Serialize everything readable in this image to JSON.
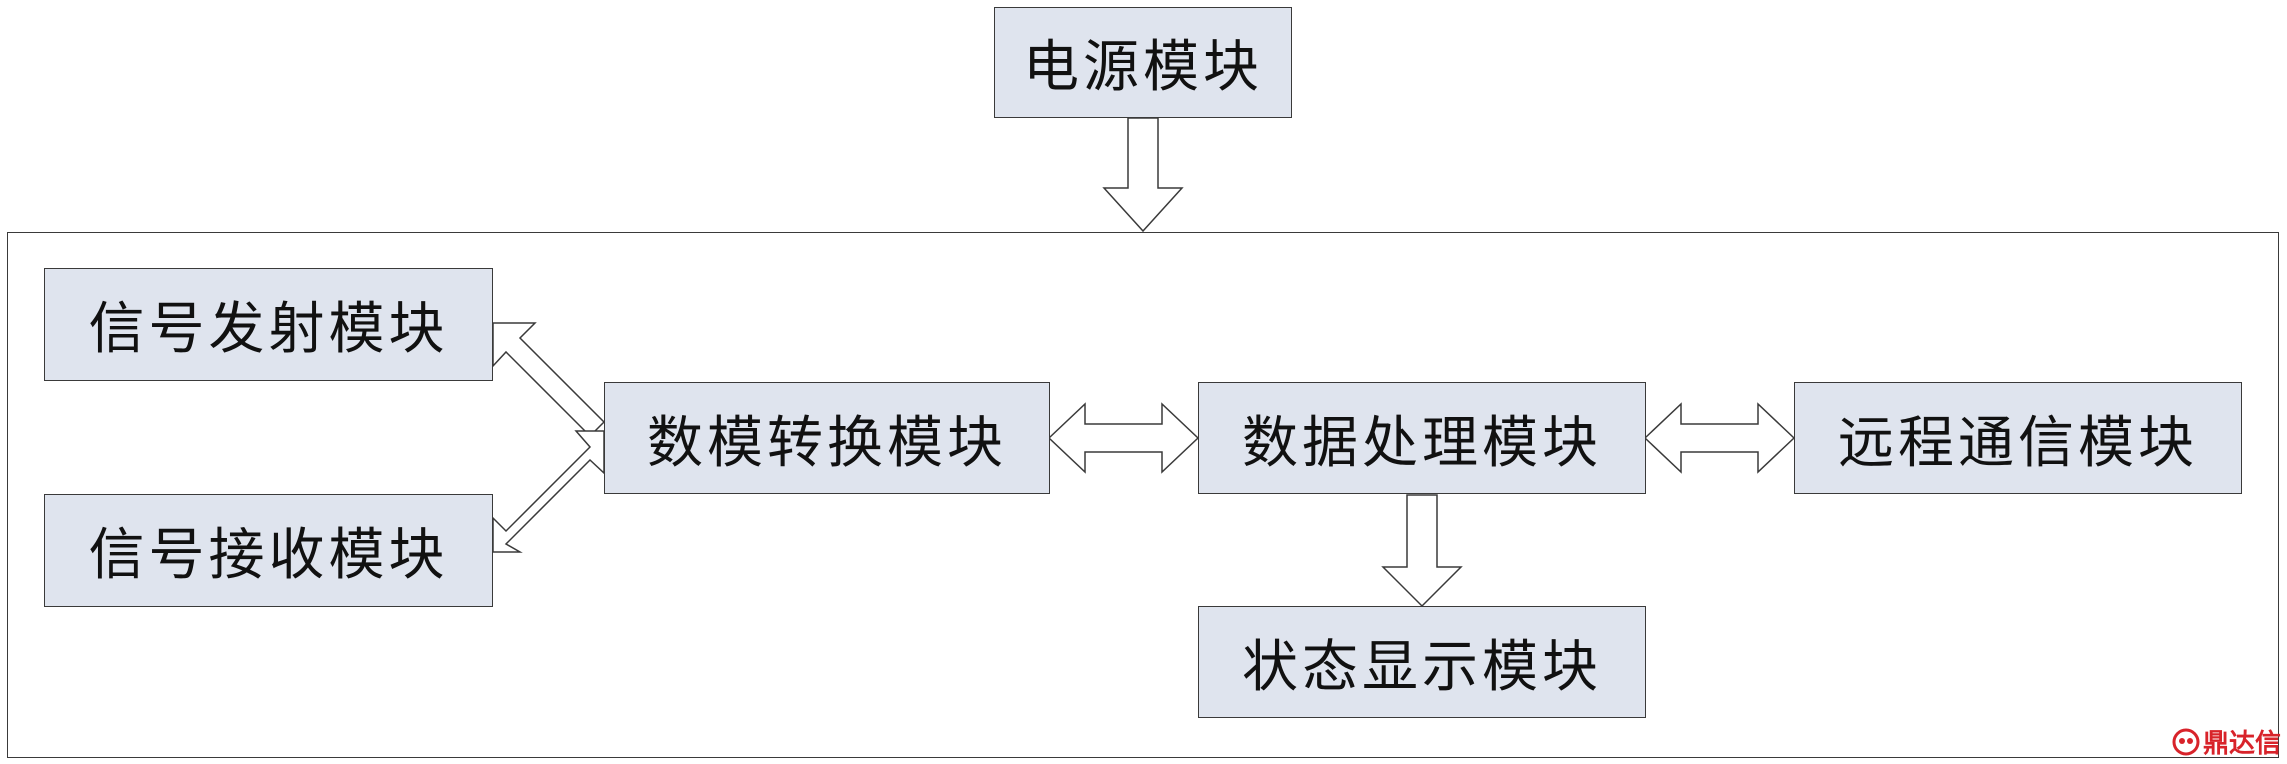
{
  "blocks": {
    "power": "电源模块",
    "signal_tx": "信号发射模块",
    "signal_rx": "信号接收模块",
    "dac": "数模转换模块",
    "data_proc": "数据处理模块",
    "remote_comm": "远程通信模块",
    "status_display": "状态显示模块"
  },
  "watermark": {
    "text": "鼎达信"
  },
  "colors": {
    "box_fill": "#dfe4ee",
    "stroke": "#3a3a3a",
    "watermark": "#d8232a"
  }
}
